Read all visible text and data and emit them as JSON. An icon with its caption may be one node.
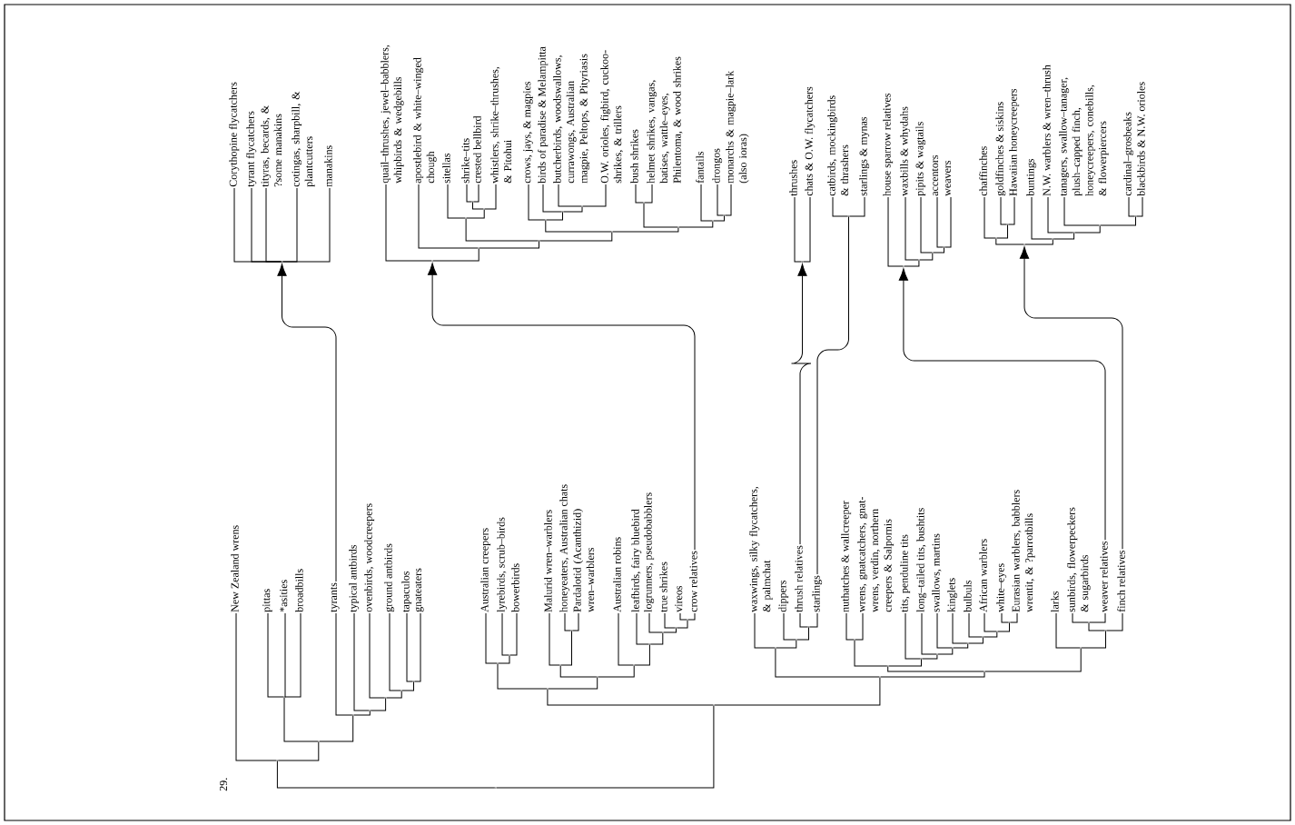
{
  "diagram": {
    "nodes": [
      {
        "text": [
          "Corythopine flycatchers"
        ]
      },
      {
        "text": [
          "tyrant flycatchers"
        ]
      },
      {
        "text": [
          "tityras, becards, & ?some manakins"
        ]
      },
      {
        "text": [
          "cotingas, sharpbill, & plantcutters"
        ]
      },
      {
        "text": [
          "manakins"
        ]
      },
      {
        "text": [
          "quail–thrushes, jewel–babblers, whipbirds & wedgebills"
        ]
      },
      {
        "text": [
          "apostlebird & white–winged chough"
        ]
      },
      {
        "text": [
          "sitellas"
        ]
      },
      {
        "text": [
          "shrike–tits"
        ]
      },
      {
        "text": [
          "crested bellbird"
        ]
      },
      {
        "text": [
          "whistlers, shrike–thrushes, & Pitohui"
        ]
      },
      {
        "text": [
          "crows, jays, & magpies"
        ]
      },
      {
        "text": [
          "birds of paradise & Melampitta"
        ]
      },
      {
        "text": [
          "butcherbirds, woodswallows, currawongs, Australian magpie, Peltops, & Pityriasis"
        ]
      },
      {
        "text": [
          "O.W. orioles, figbird, cuckoo-shrikes, & trillers"
        ]
      },
      {
        "text": [
          "bush shrikes"
        ]
      },
      {
        "text": [
          "helmet shrikes, vangas, batises, wattle–eyes, Philentoma, & wood shrikes"
        ]
      },
      {
        "text": [
          "fantails"
        ]
      },
      {
        "text": [
          "drongos"
        ]
      },
      {
        "text": [
          "monarchs & magpie–lark (also ioras)"
        ]
      },
      {
        "text": [
          "thrushes"
        ]
      },
      {
        "text": [
          "chats & O.W. flycatchers"
        ]
      },
      {
        "text": [
          "catbirds, mockingbirds & thrashers"
        ]
      },
      {
        "text": [
          "starlings & mynas"
        ]
      },
      {
        "text": [
          "house sparrow relatives"
        ]
      },
      {
        "text": [
          "waxbills & whydahs"
        ]
      },
      {
        "text": [
          "pipits & wagtails"
        ]
      },
      {
        "text": [
          "accentors"
        ]
      },
      {
        "text": [
          "weavers"
        ]
      },
      {
        "text": [
          "chaffinches"
        ]
      },
      {
        "text": [
          "goldfinches & siskins"
        ]
      },
      {
        "text": [
          "Hawaiian honeycreepers"
        ]
      },
      {
        "text": [
          "buntings"
        ]
      },
      {
        "text": [
          "N.W. warblers & wren–thrush"
        ]
      },
      {
        "text": [
          "tanagers, swallow–tanager, plush–capped finch, honeycreepers, conebills, & flowerpiercers"
        ]
      },
      {
        "text": [
          "cardinal–grosbeaks"
        ]
      },
      {
        "text": [
          "blackbirds & N.W. orioles"
        ]
      },
      {
        "text": [
          "New Zealand wrens"
        ]
      },
      {
        "text": [
          "pittas"
        ]
      },
      {
        "text": [
          "*asities"
        ]
      },
      {
        "text": [
          "broadbills"
        ]
      },
      {
        "text": [
          "tyrants"
        ]
      },
      {
        "text": [
          "typical antbirds"
        ]
      },
      {
        "text": [
          "ovenbirds, woodcreepers"
        ]
      },
      {
        "text": [
          "ground antbirds"
        ]
      },
      {
        "text": [
          "tapaculos"
        ]
      },
      {
        "text": [
          "gnateaters"
        ]
      },
      {
        "text": [
          "Australian creepers"
        ]
      },
      {
        "text": [
          "lyrebirds, scrub–birds"
        ]
      },
      {
        "text": [
          "bowerbirds"
        ]
      },
      {
        "text": [
          "Malurid wren–warblers"
        ]
      },
      {
        "text": [
          "honeyeaters, Australian chats"
        ]
      },
      {
        "text": [
          "Pardalotid (Acanthizid) wren–warblers"
        ]
      },
      {
        "text": [
          "Australian robins"
        ]
      },
      {
        "text": [
          "leafbirds, fairy bluebird"
        ]
      },
      {
        "text": [
          "logrunners, pseudobabblers"
        ]
      },
      {
        "text": [
          "true shrikes"
        ]
      },
      {
        "text": [
          "vireos"
        ]
      },
      {
        "text": [
          "crow relatives"
        ]
      },
      {
        "text": [
          "waxwings, silky flycatchers, & palmchat"
        ]
      },
      {
        "text": [
          "dippers"
        ]
      },
      {
        "text": [
          "thrush relatives"
        ]
      },
      {
        "text": [
          "starlings"
        ]
      },
      {
        "text": [
          "nuthatches & wallcreeper"
        ]
      },
      {
        "text": [
          "wrens, gnatcatchers, gnat-wrens, verdin, northern creepers & Salpornis"
        ]
      },
      {
        "text": [
          "tits, penduline tits"
        ]
      },
      {
        "text": [
          "long–tailed tits, bushtits"
        ]
      },
      {
        "text": [
          "swallows, martins"
        ]
      },
      {
        "text": [
          "kinglets"
        ]
      },
      {
        "text": [
          "bulbuls"
        ]
      },
      {
        "text": [
          "African warblers"
        ]
      },
      {
        "text": [
          "white–eyes"
        ]
      },
      {
        "text": [
          "Eurasian warblers, babblers wrentit, & ?parrotbills"
        ]
      },
      {
        "text": [
          "larks"
        ]
      },
      {
        "text": [
          "sunbirds, flowerpeckers & sugarbirds"
        ]
      },
      {
        "text": [
          "weaver relatives"
        ]
      },
      {
        "text": [
          "finch relatives"
        ]
      },
      {
        "text": [],
        "shape": "point"
      },
      {
        "text": [],
        "shape": "point"
      },
      {
        "text": [],
        "shape": "point"
      },
      {
        "text": [],
        "shape": "point"
      },
      {
        "text": [],
        "shape": "point"
      },
      {
        "text": [],
        "shape": "point"
      },
      {
        "text": [],
        "shape": "point"
      },
      {
        "text": [],
        "shape": "point"
      },
      {
        "text": [],
        "shape": "point"
      },
      {
        "text": [],
        "shape": "point"
      },
      {
        "text": [],
        "shape": "point"
      },
      {
        "text": [],
        "shape": "point"
      },
      {
        "text": [],
        "shape": "point"
      },
      {
        "text": [],
        "shape": "point"
      },
      {
        "text": [],
        "shape": "point"
      },
      {
        "text": [],
        "shape": "point"
      },
      {
        "text": [],
        "shape": "point"
      },
      {
        "text": [],
        "shape": "point"
      },
      {
        "text": [],
        "shape": "point"
      },
      {
        "text": [],
        "shape": "point"
      },
      {
        "text": [],
        "shape": "point"
      },
      {
        "text": [],
        "shape": "point"
      },
      {
        "text": [],
        "shape": "point"
      },
      {
        "text": [],
        "shape": "point"
      },
      {
        "text": [],
        "shape": "point"
      },
      {
        "text": [],
        "shape": "point"
      },
      {
        "text": [],
        "shape": "point"
      },
      {
        "text": [],
        "shape": "point"
      },
      {
        "text": [],
        "shape": "point"
      },
      {
        "text": [],
        "shape": "point"
      },
      {
        "text": [],
        "shape": "point"
      },
      {
        "text": [],
        "shape": "point"
      },
      {
        "text": [],
        "shape": "point"
      },
      {
        "text": [],
        "shape": "point"
      },
      {
        "text": [],
        "shape": "point"
      },
      {
        "text": [],
        "shape": "point"
      },
      {
        "text": [],
        "shape": "point"
      },
      {
        "text": [],
        "shape": "point"
      },
      {
        "text": [],
        "shape": "point"
      },
      {
        "text": [],
        "shape": "point"
      },
      {
        "text": [],
        "shape": "point"
      },
      {
        "text": [],
        "shape": "point"
      },
      {
        "text": [],
        "shape": "point"
      },
      {
        "text": [],
        "shape": "point"
      },
      {
        "text": [],
        "shape": "point"
      },
      {
        "text": [],
        "shape": "point"
      },
      {
        "text": [],
        "shape": "point"
      },
      {
        "text": [],
        "shape": "point"
      },
      {
        "text": [],
        "shape": "point"
      },
      {
        "text": [],
        "shape": "point"
      },
      {
        "text": [],
        "shape": "point"
      },
      {
        "text": [],
        "shape": "point"
      },
      {
        "text": [],
        "shape": "point"
      },
      {
        "text": [],
        "shape": "point"
      },
      {
        "text": [],
        "shape": "point"
      },
      {
        "text": [],
        "shape": "point"
      },
      {
        "text": [],
        "shape": "point"
      },
      {
        "text": [],
        "shape": "point"
      },
      {
        "text": [],
        "shape": "point"
      },
      {
        "text": [],
        "shape": "point"
      },
      {
        "text": [],
        "shape": "point"
      },
      {
        "text": [],
        "shape": "point"
      },
      {
        "text": [],
        "shape": "point"
      },
      {
        "text": [],
        "shape": "point"
      },
      {
        "text": [],
        "shape": "point"
      },
      {
        "text": [],
        "shape": "point"
      }
    ],
    "edges": [
      {
        "from": 77,
        "to": 0,
        "arrow": "none"
      },
      {
        "from": 77,
        "to": 1,
        "arrow": "none"
      },
      {
        "from": 77,
        "to": 2,
        "arrow": "none"
      },
      {
        "from": 77,
        "to": 3,
        "arrow": "none"
      },
      {
        "from": 77,
        "to": 4,
        "arrow": "none"
      },
      {
        "from": 78,
        "to": 5,
        "arrow": "none"
      },
      {
        "from": 78,
        "to": 79,
        "arrow": "none"
      },
      {
        "from": 79,
        "to": 6,
        "arrow": "none"
      },
      {
        "from": 79,
        "to": 80,
        "arrow": "none"
      },
      {
        "from": 80,
        "to": 81,
        "arrow": "none"
      },
      {
        "from": 80,
        "to": 84,
        "arrow": "none"
      },
      {
        "from": 81,
        "to": 7,
        "arrow": "none"
      },
      {
        "from": 81,
        "to": 82,
        "arrow": "none"
      },
      {
        "from": 82,
        "to": 83,
        "arrow": "none"
      },
      {
        "from": 82,
        "to": 10,
        "arrow": "none"
      },
      {
        "from": 83,
        "to": 8,
        "arrow": "none"
      },
      {
        "from": 83,
        "to": 9,
        "arrow": "none"
      },
      {
        "from": 84,
        "to": 85,
        "arrow": "none"
      },
      {
        "from": 84,
        "to": 88,
        "arrow": "none"
      },
      {
        "from": 85,
        "to": 11,
        "arrow": "none"
      },
      {
        "from": 85,
        "to": 86,
        "arrow": "none"
      },
      {
        "from": 86,
        "to": 12,
        "arrow": "none"
      },
      {
        "from": 86,
        "to": 87,
        "arrow": "none"
      },
      {
        "from": 87,
        "to": 13,
        "arrow": "none"
      },
      {
        "from": 87,
        "to": 14,
        "arrow": "none"
      },
      {
        "from": 88,
        "to": 89,
        "arrow": "none"
      },
      {
        "from": 88,
        "to": 90,
        "arrow": "none"
      },
      {
        "from": 89,
        "to": 15,
        "arrow": "none"
      },
      {
        "from": 89,
        "to": 16,
        "arrow": "none"
      },
      {
        "from": 90,
        "to": 17,
        "arrow": "none"
      },
      {
        "from": 90,
        "to": 91,
        "arrow": "none"
      },
      {
        "from": 91,
        "to": 18,
        "arrow": "none"
      },
      {
        "from": 91,
        "to": 19,
        "arrow": "none"
      },
      {
        "from": 92,
        "to": 20,
        "arrow": "none"
      },
      {
        "from": 92,
        "to": 21,
        "arrow": "none"
      },
      {
        "from": 93,
        "to": 22,
        "arrow": "none"
      },
      {
        "from": 93,
        "to": 23,
        "arrow": "none"
      },
      {
        "from": 94,
        "to": 24,
        "arrow": "none"
      },
      {
        "from": 94,
        "to": 95,
        "arrow": "none"
      },
      {
        "from": 95,
        "to": 25,
        "arrow": "none"
      },
      {
        "from": 95,
        "to": 96,
        "arrow": "none"
      },
      {
        "from": 96,
        "to": 26,
        "arrow": "none"
      },
      {
        "from": 96,
        "to": 97,
        "arrow": "none"
      },
      {
        "from": 97,
        "to": 27,
        "arrow": "none"
      },
      {
        "from": 97,
        "to": 28,
        "arrow": "none"
      },
      {
        "from": 98,
        "to": 99,
        "arrow": "none"
      },
      {
        "from": 98,
        "to": 101,
        "arrow": "none"
      },
      {
        "from": 99,
        "to": 29,
        "arrow": "none"
      },
      {
        "from": 99,
        "to": 100,
        "arrow": "none"
      },
      {
        "from": 100,
        "to": 30,
        "arrow": "none"
      },
      {
        "from": 100,
        "to": 31,
        "arrow": "none"
      },
      {
        "from": 101,
        "to": 32,
        "arrow": "none"
      },
      {
        "from": 101,
        "to": 102,
        "arrow": "none"
      },
      {
        "from": 102,
        "to": 33,
        "arrow": "none"
      },
      {
        "from": 102,
        "to": 103,
        "arrow": "none"
      },
      {
        "from": 103,
        "to": 34,
        "arrow": "none"
      },
      {
        "from": 103,
        "to": 104,
        "arrow": "none"
      },
      {
        "from": 104,
        "to": 35,
        "arrow": "none"
      },
      {
        "from": 104,
        "to": 36,
        "arrow": "none"
      },
      {
        "from": 105,
        "to": 106,
        "arrow": "none"
      },
      {
        "from": 105,
        "to": 114,
        "arrow": "none"
      },
      {
        "from": 106,
        "to": 37,
        "arrow": "none"
      },
      {
        "from": 106,
        "to": 107,
        "arrow": "none"
      },
      {
        "from": 107,
        "to": 108,
        "arrow": "none"
      },
      {
        "from": 107,
        "to": 109,
        "arrow": "none"
      },
      {
        "from": 108,
        "to": 38,
        "arrow": "none"
      },
      {
        "from": 108,
        "to": 39,
        "arrow": "none"
      },
      {
        "from": 108,
        "to": 40,
        "arrow": "none"
      },
      {
        "from": 109,
        "to": 41,
        "arrow": "none"
      },
      {
        "from": 109,
        "to": 110,
        "arrow": "none"
      },
      {
        "from": 110,
        "to": 42,
        "arrow": "none"
      },
      {
        "from": 110,
        "to": 111,
        "arrow": "none"
      },
      {
        "from": 111,
        "to": 43,
        "arrow": "none"
      },
      {
        "from": 111,
        "to": 112,
        "arrow": "none"
      },
      {
        "from": 112,
        "to": 44,
        "arrow": "none"
      },
      {
        "from": 112,
        "to": 113,
        "arrow": "none"
      },
      {
        "from": 113,
        "to": 45,
        "arrow": "none"
      },
      {
        "from": 113,
        "to": 46,
        "arrow": "none"
      },
      {
        "from": 114,
        "to": 115,
        "arrow": "none"
      },
      {
        "from": 114,
        "to": 126,
        "arrow": "none"
      },
      {
        "from": 115,
        "to": 116,
        "arrow": "none"
      },
      {
        "from": 115,
        "to": 118,
        "arrow": "none"
      },
      {
        "from": 116,
        "to": 47,
        "arrow": "none"
      },
      {
        "from": 116,
        "to": 117,
        "arrow": "none"
      },
      {
        "from": 117,
        "to": 48,
        "arrow": "none"
      },
      {
        "from": 117,
        "to": 49,
        "arrow": "none"
      },
      {
        "from": 118,
        "to": 119,
        "arrow": "none"
      },
      {
        "from": 118,
        "to": 121,
        "arrow": "none"
      },
      {
        "from": 119,
        "to": 50,
        "arrow": "none"
      },
      {
        "from": 119,
        "to": 120,
        "arrow": "none"
      },
      {
        "from": 120,
        "to": 51,
        "arrow": "none"
      },
      {
        "from": 120,
        "to": 52,
        "arrow": "none"
      },
      {
        "from": 121,
        "to": 53,
        "arrow": "none"
      },
      {
        "from": 121,
        "to": 122,
        "arrow": "none"
      },
      {
        "from": 122,
        "to": 54,
        "arrow": "none"
      },
      {
        "from": 122,
        "to": 123,
        "arrow": "none"
      },
      {
        "from": 123,
        "to": 55,
        "arrow": "none"
      },
      {
        "from": 123,
        "to": 124,
        "arrow": "none"
      },
      {
        "from": 124,
        "to": 56,
        "arrow": "none"
      },
      {
        "from": 124,
        "to": 125,
        "arrow": "none"
      },
      {
        "from": 125,
        "to": 57,
        "arrow": "none"
      },
      {
        "from": 125,
        "to": 58,
        "arrow": "none"
      },
      {
        "from": 126,
        "to": 127,
        "arrow": "none"
      },
      {
        "from": 126,
        "to": 130,
        "arrow": "none"
      },
      {
        "from": 127,
        "to": 59,
        "arrow": "none"
      },
      {
        "from": 127,
        "to": 128,
        "arrow": "none"
      },
      {
        "from": 128,
        "to": 60,
        "arrow": "none"
      },
      {
        "from": 128,
        "to": 129,
        "arrow": "none"
      },
      {
        "from": 129,
        "to": 61,
        "arrow": "none"
      },
      {
        "from": 129,
        "to": 62,
        "arrow": "none"
      },
      {
        "from": 130,
        "to": 131,
        "arrow": "none"
      },
      {
        "from": 130,
        "to": 140,
        "arrow": "none"
      },
      {
        "from": 131,
        "to": 132,
        "arrow": "none"
      },
      {
        "from": 131,
        "to": 133,
        "arrow": "none"
      },
      {
        "from": 132,
        "to": 63,
        "arrow": "none"
      },
      {
        "from": 132,
        "to": 64,
        "arrow": "none"
      },
      {
        "from": 133,
        "to": 65,
        "arrow": "none"
      },
      {
        "from": 133,
        "to": 134,
        "arrow": "none"
      },
      {
        "from": 134,
        "to": 66,
        "arrow": "none"
      },
      {
        "from": 134,
        "to": 135,
        "arrow": "none"
      },
      {
        "from": 135,
        "to": 67,
        "arrow": "none"
      },
      {
        "from": 135,
        "to": 136,
        "arrow": "none"
      },
      {
        "from": 136,
        "to": 68,
        "arrow": "none"
      },
      {
        "from": 136,
        "to": 137,
        "arrow": "none"
      },
      {
        "from": 137,
        "to": 69,
        "arrow": "none"
      },
      {
        "from": 137,
        "to": 138,
        "arrow": "none"
      },
      {
        "from": 138,
        "to": 70,
        "arrow": "none"
      },
      {
        "from": 138,
        "to": 139,
        "arrow": "none"
      },
      {
        "from": 139,
        "to": 71,
        "arrow": "none"
      },
      {
        "from": 139,
        "to": 72,
        "arrow": "none"
      },
      {
        "from": 140,
        "to": 73,
        "arrow": "none"
      },
      {
        "from": 140,
        "to": 141,
        "arrow": "none"
      },
      {
        "from": 141,
        "to": 142,
        "arrow": "none"
      },
      {
        "from": 141,
        "to": 76,
        "arrow": "none"
      },
      {
        "from": 142,
        "to": 74,
        "arrow": "none"
      },
      {
        "from": 142,
        "to": 75,
        "arrow": "none"
      },
      {
        "from": 41,
        "to": 77,
        "arrow": "to"
      },
      {
        "from": 58,
        "to": 78,
        "arrow": "to"
      },
      {
        "from": 61,
        "to": 92,
        "arrow": "to"
      },
      {
        "from": 62,
        "to": 93,
        "arrow": "none"
      },
      {
        "from": 75,
        "to": 94,
        "arrow": "to"
      },
      {
        "from": 76,
        "to": 98,
        "arrow": "to"
      }
    ],
    "labels": [
      "29."
    ]
  }
}
